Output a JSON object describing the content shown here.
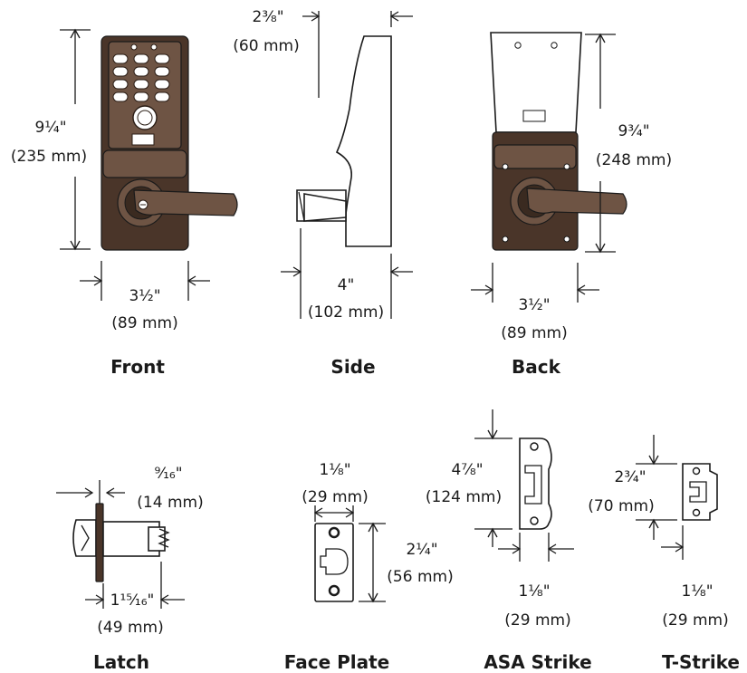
{
  "views": [
    {
      "id": "front",
      "label": "Front",
      "dims": [
        {
          "value": "9¹⁄₄\"",
          "mm": "(235 mm)"
        },
        {
          "value": "3¹⁄₂\"",
          "mm": "(89 mm)"
        }
      ]
    },
    {
      "id": "side",
      "label": "Side",
      "dims": [
        {
          "value": "2³⁄₈\"",
          "mm": "(60 mm)"
        },
        {
          "value": "4\"",
          "mm": "(102 mm)"
        }
      ]
    },
    {
      "id": "back",
      "label": "Back",
      "dims": [
        {
          "value": "9³⁄₄\"",
          "mm": "(248 mm)"
        },
        {
          "value": "3¹⁄₂\"",
          "mm": "(89 mm)"
        }
      ]
    },
    {
      "id": "latch",
      "label": "Latch",
      "dims": [
        {
          "value": "⁹⁄₁₆\"",
          "mm": "(14 mm)"
        },
        {
          "value": "1¹⁵⁄₁₆\"",
          "mm": "(49 mm)"
        }
      ]
    },
    {
      "id": "faceplate",
      "label": "Face Plate",
      "dims": [
        {
          "value": "1¹⁄₈\"",
          "mm": "(29 mm)"
        },
        {
          "value": "2¹⁄₄\"",
          "mm": "(56 mm)"
        }
      ]
    },
    {
      "id": "asa-strike",
      "label": "ASA Strike",
      "dims": [
        {
          "value": "4⁷⁄₈\"",
          "mm": "(124 mm)"
        },
        {
          "value": "1¹⁄₈\"",
          "mm": "(29 mm)"
        }
      ]
    },
    {
      "id": "t-strike",
      "label": "T-Strike",
      "dims": [
        {
          "value": "2³⁄₄\"",
          "mm": "(70 mm)"
        },
        {
          "value": "1¹⁄₈\"",
          "mm": "(29 mm)"
        }
      ]
    }
  ],
  "colors": {
    "lock_finish": "#4a3529",
    "line": "#1a1a1a",
    "background": "#ffffff"
  }
}
